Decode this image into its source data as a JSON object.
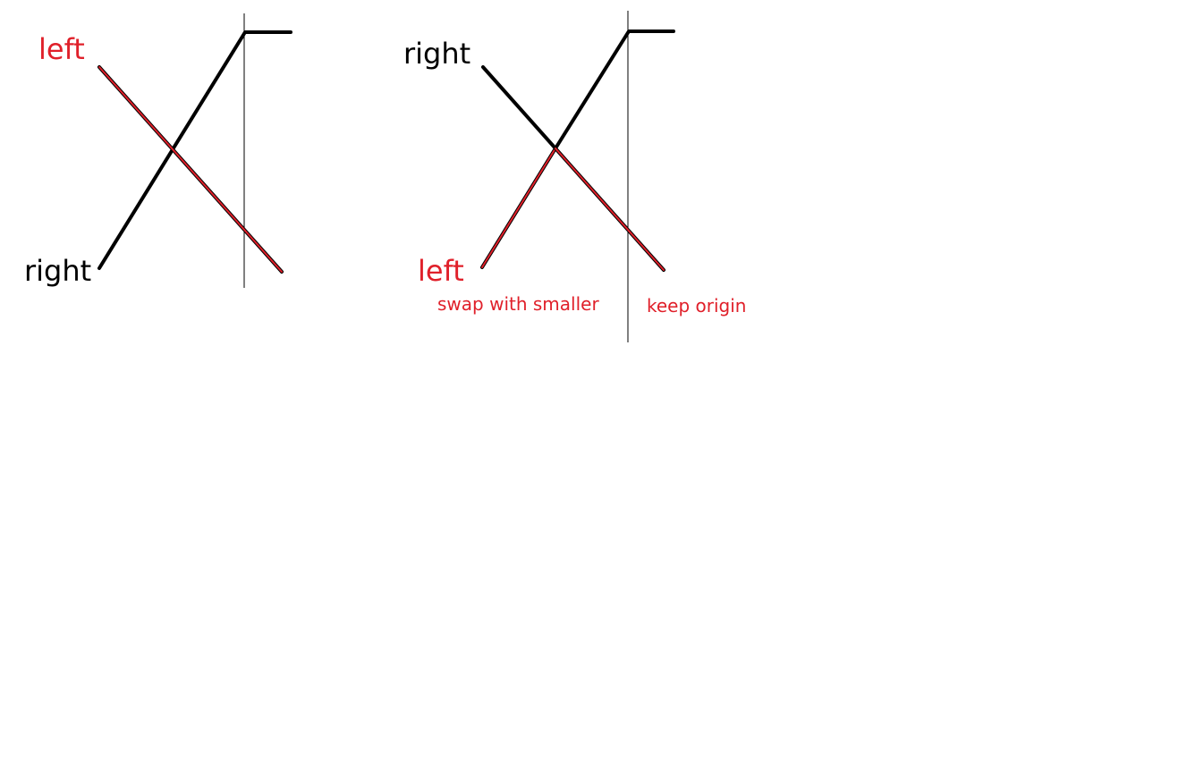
{
  "colors": {
    "red": "#e0202a",
    "black": "#000000",
    "background": "#ffffff"
  },
  "diagram_left": {
    "label_left": "left",
    "label_right": "right"
  },
  "diagram_right": {
    "label_right": "right",
    "label_left": "left",
    "note_swap": "swap with smaller",
    "note_keep": "keep origin"
  }
}
